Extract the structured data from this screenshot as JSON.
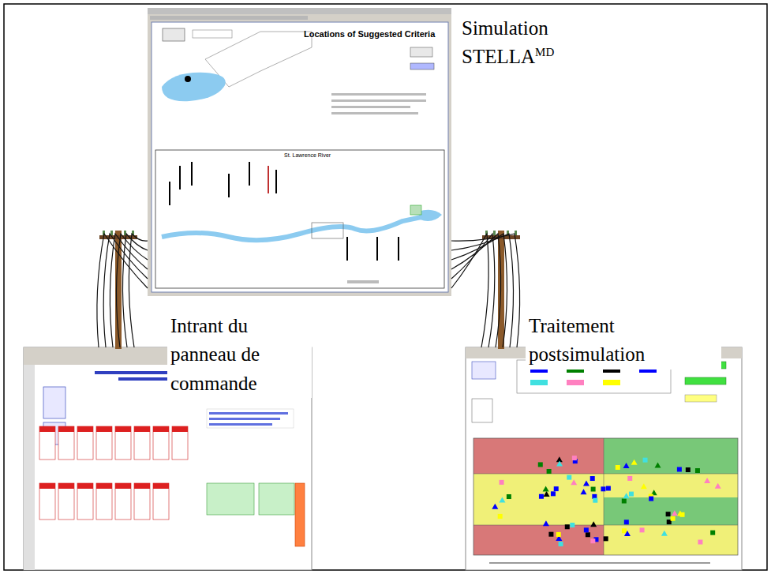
{
  "diagram": {
    "nodes": [
      {
        "text": [
          "Simulation STELLA",
          "MD"
        ]
      },
      {
        "text": [
          "Intrant du panneau de commande"
        ]
      },
      {
        "text": [
          "Traitement postsimulation"
        ]
      }
    ],
    "edges": [
      {
        "from": 0,
        "to": 1,
        "arrow": "none"
      },
      {
        "from": 0,
        "to": 2,
        "arrow": "none"
      }
    ],
    "labels": [
      "Locations of Suggested Criteria",
      "St. Lawrence River"
    ]
  }
}
